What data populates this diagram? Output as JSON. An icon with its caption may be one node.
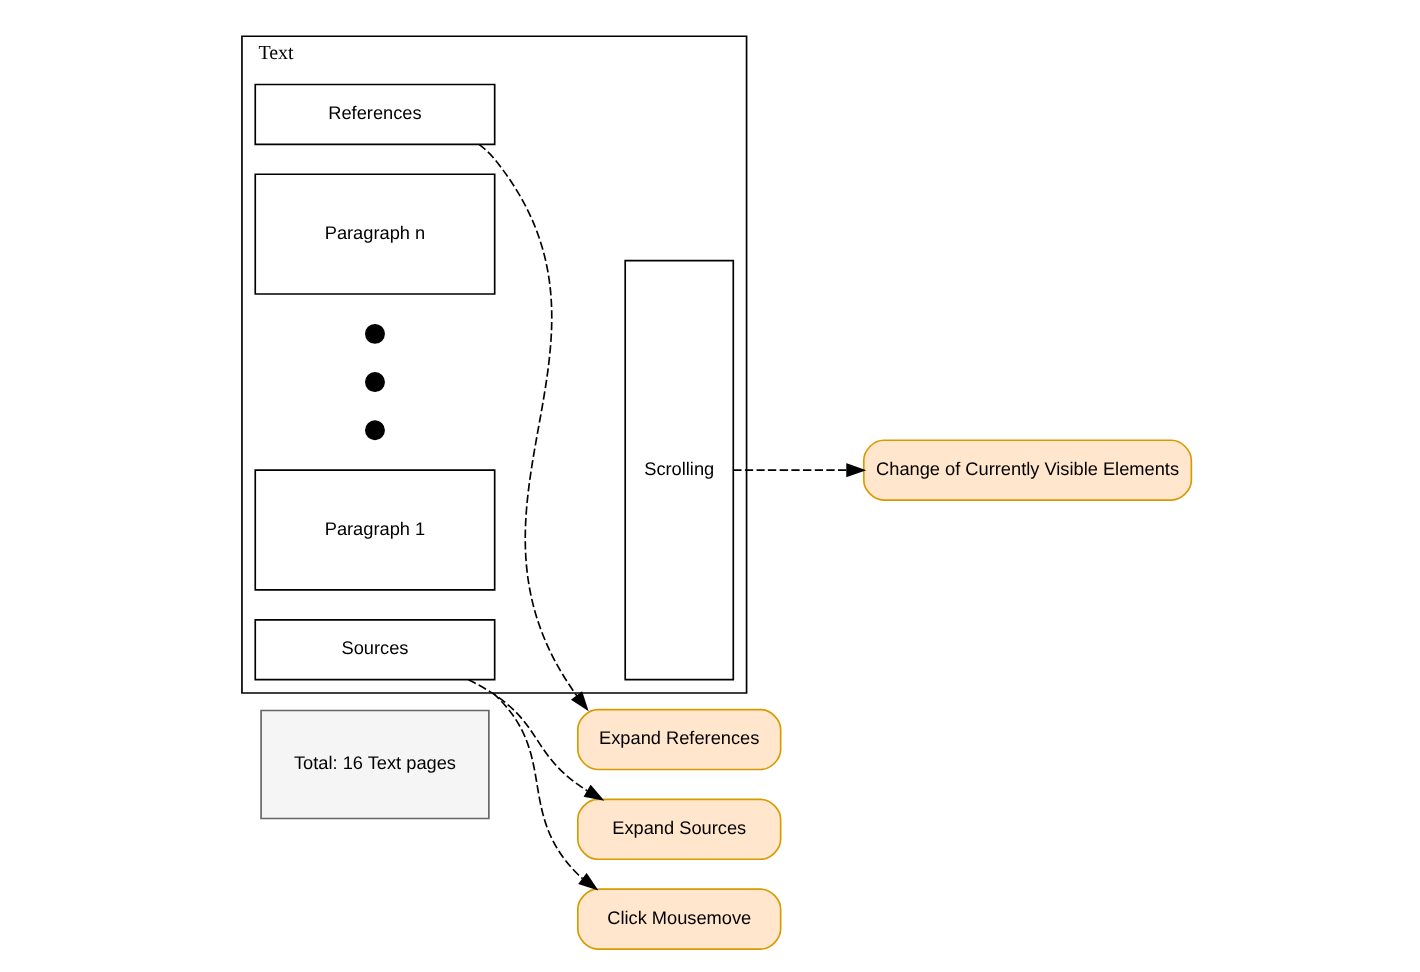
{
  "diagram": {
    "nodes": [
      {
        "text": [
          "Total: 16 Text pages"
        ]
      },
      {
        "text": [
          "Text"
        ]
      },
      {
        "text": [
          "Sources"
        ],
        "in": 1
      },
      {
        "text": [
          "Paragraph 1"
        ],
        "in": 1
      },
      {
        "text": [],
        "shape": "circle",
        "in": 1
      },
      {
        "text": [],
        "shape": "circle",
        "in": 1
      },
      {
        "text": [],
        "shape": "circle",
        "in": 1
      },
      {
        "text": [
          "Paragraph n"
        ],
        "in": 1
      },
      {
        "text": [
          "References"
        ],
        "in": 1
      },
      {
        "text": [
          "Scrolling"
        ],
        "in": 1
      },
      {
        "text": [
          "Click Mousemove"
        ]
      },
      {
        "text": [
          "Expand Sources"
        ]
      },
      {
        "text": [
          "Change of Currently Visible Elements"
        ]
      },
      {
        "text": [
          "Expand References"
        ]
      }
    ],
    "edges": [
      {
        "from": 1,
        "to": 10,
        "arrow": "to",
        "style": "dashed"
      },
      {
        "from": 2,
        "to": 11,
        "arrow": "to",
        "style": "dashed"
      },
      {
        "from": 9,
        "to": 12,
        "arrow": "to",
        "style": "dashed"
      },
      {
        "from": 8,
        "to": 13,
        "arrow": "to",
        "style": "dashed"
      }
    ]
  }
}
